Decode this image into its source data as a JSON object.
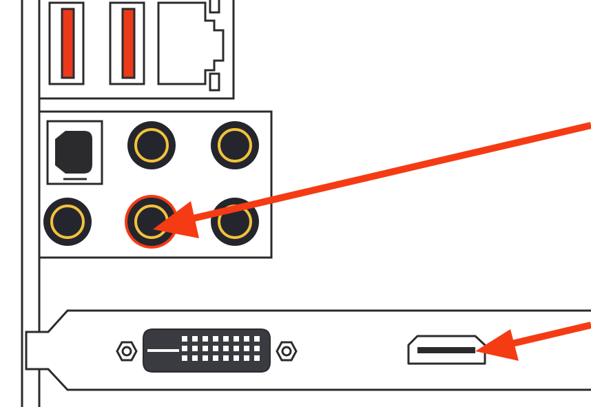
{
  "colors": {
    "outline": "#2b2b2e",
    "usb_accent": "#ea3a1a",
    "jack_ring": "#f2c23c",
    "jack_dark": "#25262d",
    "arrow": "#f53b14",
    "background": "#ffffff"
  },
  "io_panel": {
    "usb_ports": [
      {
        "color": "red"
      },
      {
        "color": "red"
      }
    ],
    "ethernet_port": {
      "icon": "rj45-port-icon"
    },
    "optical_port": {
      "icon": "toslink-port-icon"
    },
    "audio_jacks": [
      {
        "row": 1,
        "col": 2,
        "highlighted": false
      },
      {
        "row": 1,
        "col": 3,
        "highlighted": false
      },
      {
        "row": 2,
        "col": 1,
        "highlighted": false
      },
      {
        "row": 2,
        "col": 2,
        "highlighted": true
      },
      {
        "row": 2,
        "col": 3,
        "highlighted": false
      }
    ]
  },
  "gpu_bracket": {
    "ports": [
      {
        "type": "dvi",
        "icon": "dvi-port-icon",
        "pin_rows": 3,
        "pin_cols": 8
      },
      {
        "type": "hdmi",
        "icon": "hdmi-port-icon",
        "highlighted": true
      }
    ]
  },
  "annotations": [
    {
      "icon": "arrow-icon",
      "points_to": "audio-jack-highlighted"
    },
    {
      "icon": "arrow-icon",
      "points_to": "hdmi-port"
    }
  ]
}
